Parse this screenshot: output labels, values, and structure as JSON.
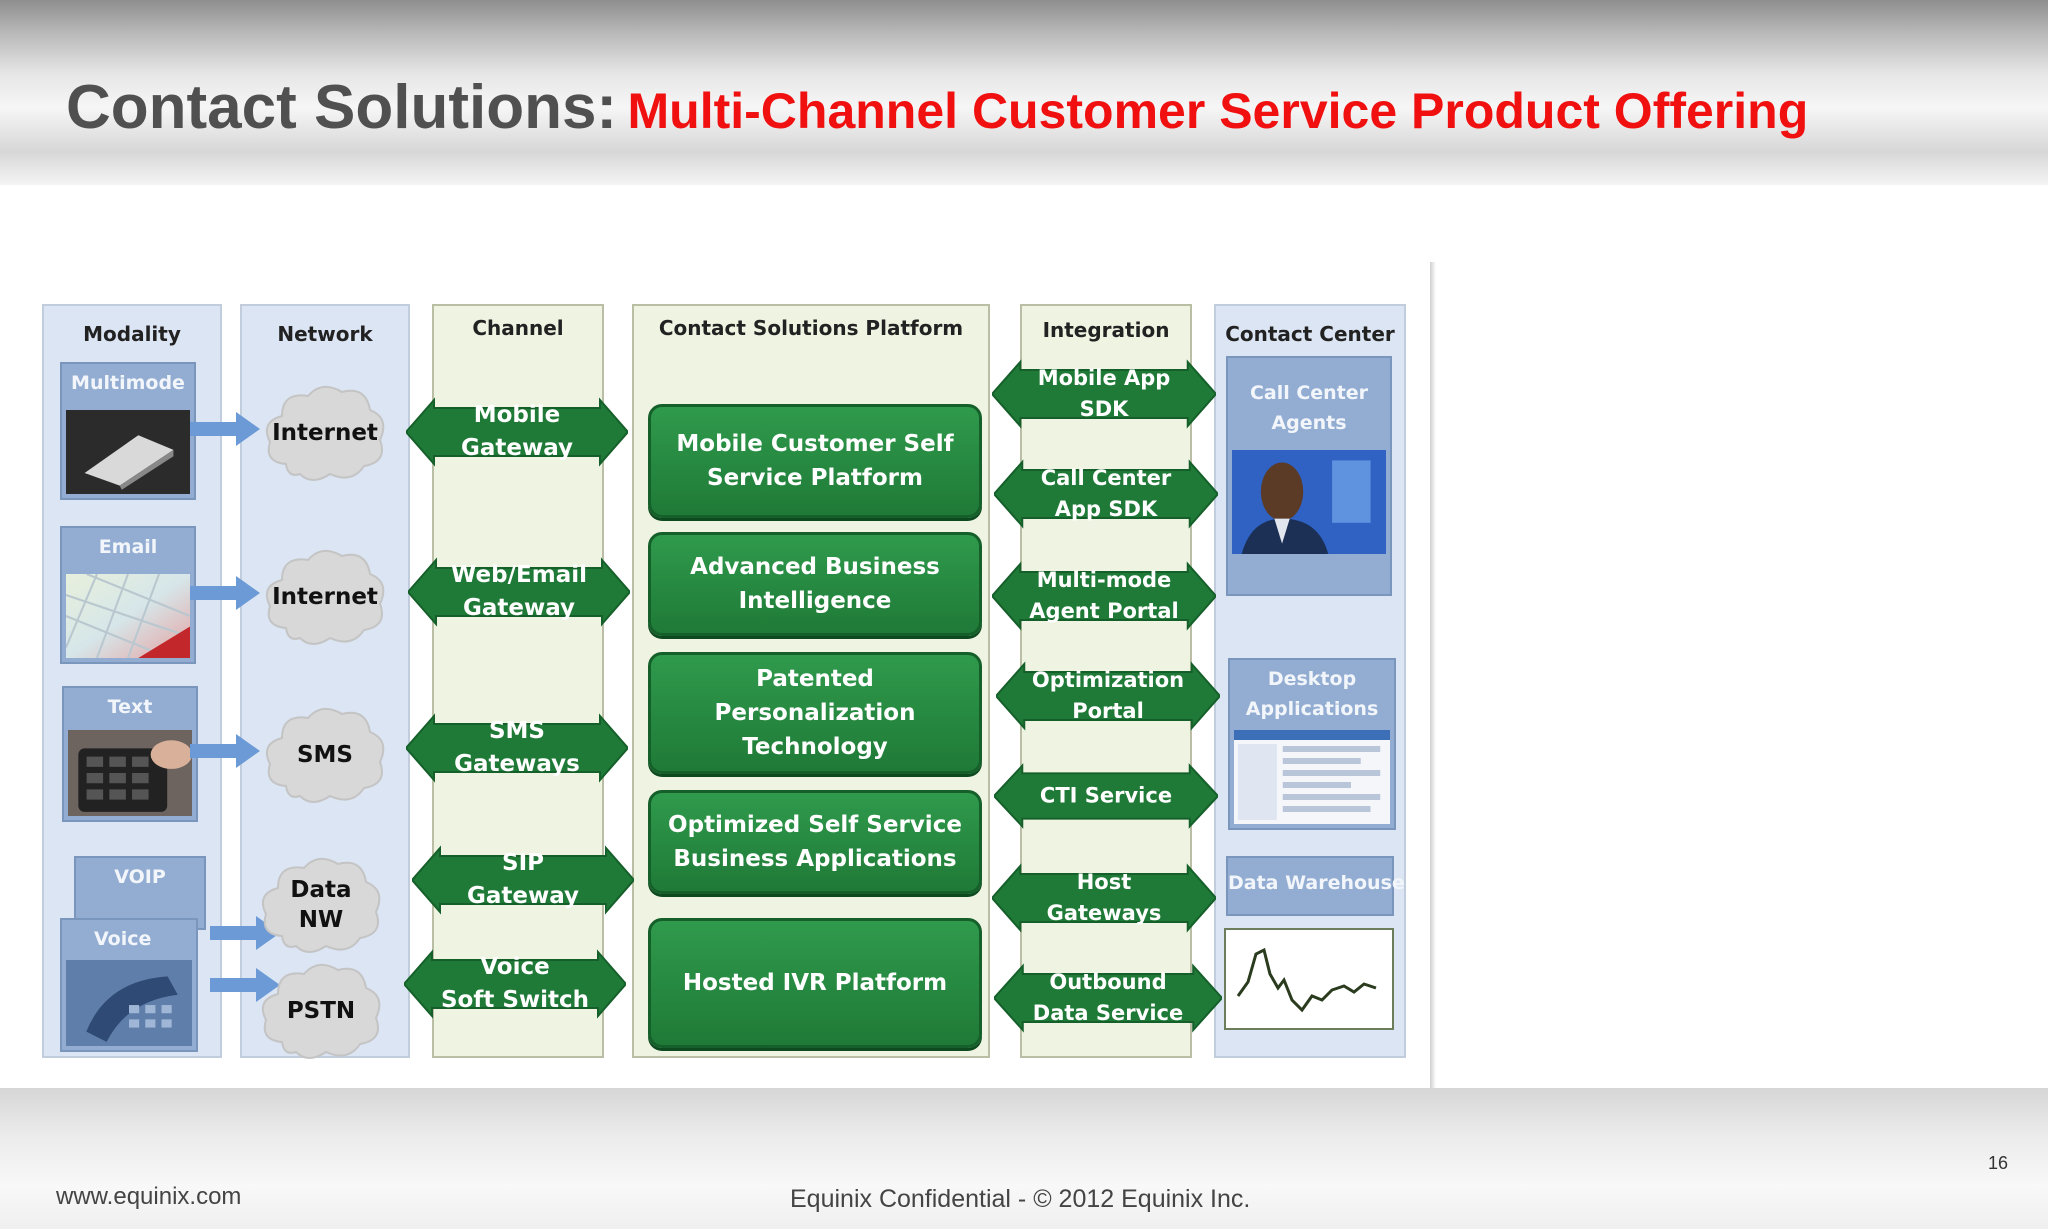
{
  "header": {
    "title_main": "Contact Solutions:",
    "title_sub": "Multi-Channel Customer Service Product Offering"
  },
  "columns": {
    "modality": "Modality",
    "network": "Network",
    "channel": "Channel",
    "platform": "Contact Solutions Platform",
    "integration": "Integration",
    "contact_center": "Contact Center"
  },
  "modalities": [
    "Multimode",
    "Email",
    "Text",
    "VOIP",
    "Voice"
  ],
  "networks": [
    "Internet",
    "Internet",
    "SMS",
    "Data\nNW",
    "PSTN"
  ],
  "channels": [
    "Mobile\nGateway",
    "Web/Email\nGateway",
    "SMS\nGateways",
    "SIP\nGateway",
    "Voice\nSoft Switch"
  ],
  "platforms": [
    "Mobile Customer Self Service Platform",
    "Advanced Business Intelligence",
    "Patented Personalization Technology",
    "Optimized Self Service Business Applications",
    "Hosted IVR Platform"
  ],
  "integrations": [
    "Mobile App\nSDK",
    "Call Center\nApp SDK",
    "Multi-mode\nAgent Portal",
    "Optimization\nPortal",
    "CTI Service",
    "Host\nGateways",
    "Outbound\nData Service"
  ],
  "contact_center": [
    "Call Center\nAgents",
    "Desktop\nApplications",
    "Data Warehouse"
  ],
  "footer": {
    "url": "www.equinix.com",
    "confidential": "Equinix Confidential - © 2012 Equinix Inc.",
    "page": "16"
  },
  "colors": {
    "green": "#1f7a37",
    "tile_blue": "#93add2",
    "title_red": "#f01010",
    "title_gray": "#505050"
  }
}
